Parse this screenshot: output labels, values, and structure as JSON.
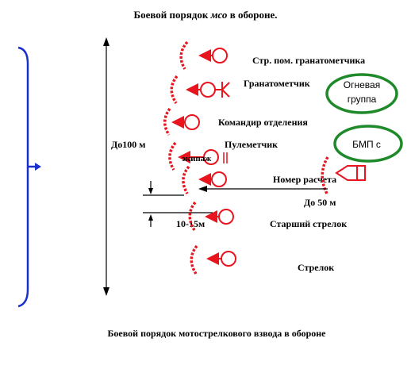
{
  "title_prefix": "Боевой порядок ",
  "title_italic": "мсо",
  "title_suffix": " в обороне.",
  "caption": "Боевой порядок мотострелкового взвода в обороне",
  "labels": {
    "str_pom": "Стр. пом. гранатометчика",
    "granatometchik": "Гранатометчик",
    "komandir": "Командир отделения",
    "do100": "До100 м",
    "pulemetchik": "Пулеметчик",
    "ekipazh": "экипаж",
    "nomer_rascheta": "Номер расчета",
    "do50": "До 50 м",
    "dist_10_15": "10-15м",
    "starshiy": "Старший стрелок",
    "strelok": "Стрелок"
  },
  "groups": {
    "ognevaya_line1": "Огневая",
    "ognevaya_line2": "группа",
    "bmp": "БМП с"
  },
  "colors": {
    "symbol_red": "#e8141e",
    "bracket_blue": "#1b2fd0",
    "group_green": "#1f8a2a",
    "text": "#000000"
  }
}
